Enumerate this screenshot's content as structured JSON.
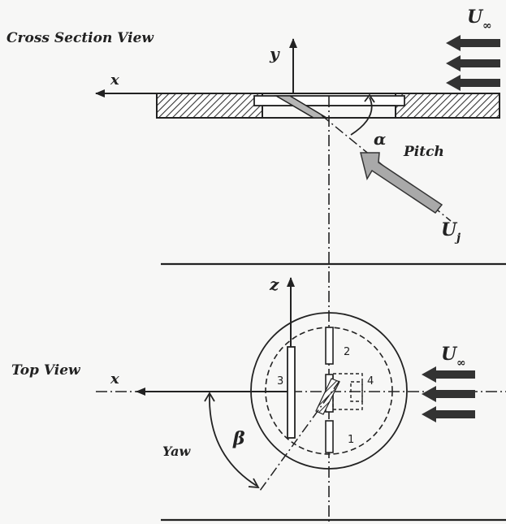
{
  "labels": {
    "cross_section": "Cross Section View",
    "top_view": "Top View",
    "pitch": "Pitch",
    "yaw": "Yaw"
  },
  "symbols": {
    "x": "x",
    "y": "y",
    "z": "z",
    "alpha": "α",
    "beta": "β",
    "u": "U",
    "inf_sub": "∞",
    "j_sub": "j"
  },
  "sensor_numbers": [
    "1",
    "2",
    "3",
    "4"
  ]
}
